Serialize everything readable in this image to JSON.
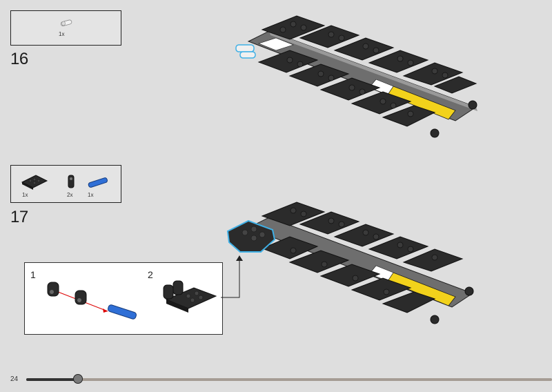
{
  "page": {
    "number": "24",
    "progress": 0.14
  },
  "steps": [
    {
      "number": "16",
      "parts": [
        {
          "qty": "1x",
          "icon": "axle-pin-icon"
        }
      ]
    },
    {
      "number": "17",
      "parts": [
        {
          "qty": "1x",
          "icon": "plate-2x4-icon"
        },
        {
          "qty": "2x",
          "icon": "pin-connector-icon"
        },
        {
          "qty": "1x",
          "icon": "blue-pin-icon"
        }
      ],
      "substeps": [
        {
          "number": "1"
        },
        {
          "number": "2"
        }
      ]
    }
  ],
  "colors": {
    "background": "#dedede",
    "brick_dark": "#2b2b2b",
    "highlight": "#3fb0e6",
    "yellow": "#f2d21b",
    "progress_track": "#a59c94"
  }
}
